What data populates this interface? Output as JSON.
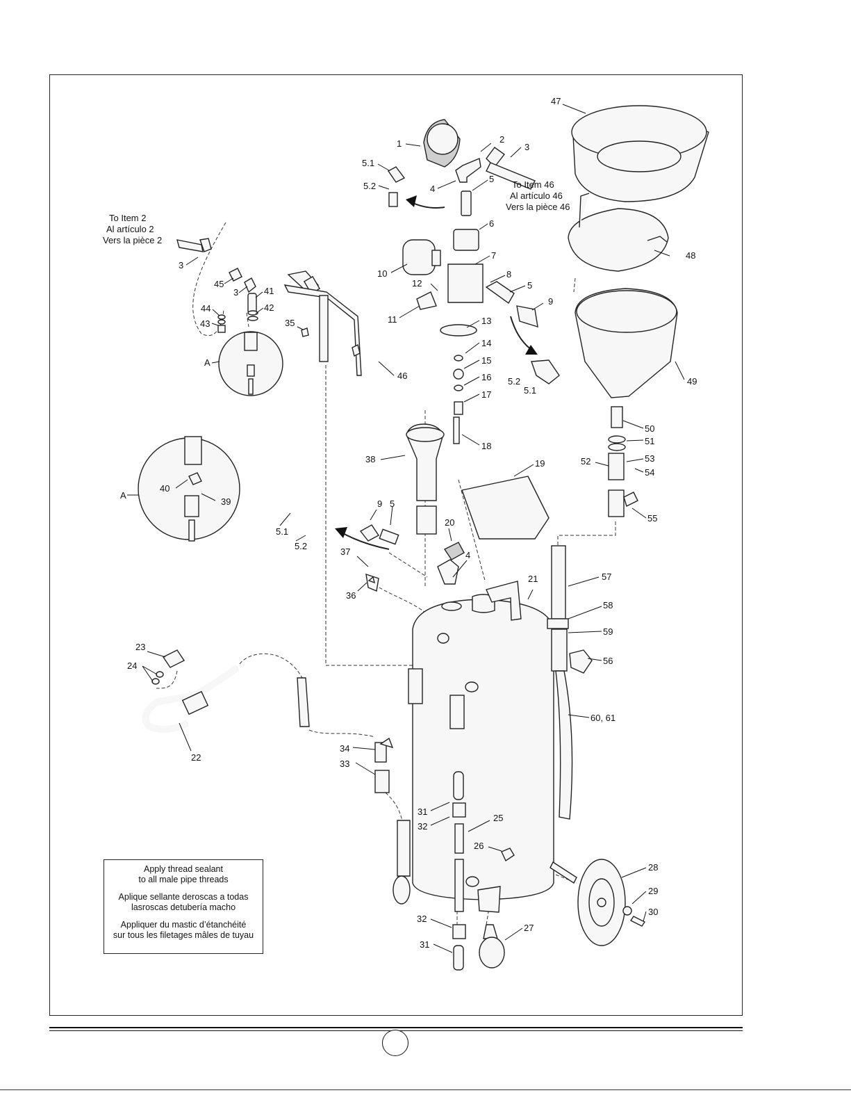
{
  "callouts": [
    {
      "id": "p47",
      "label": "47"
    },
    {
      "id": "p1",
      "label": "1"
    },
    {
      "id": "p2",
      "label": "2"
    },
    {
      "id": "p3a",
      "label": "3"
    },
    {
      "id": "p51a",
      "label": "5.1"
    },
    {
      "id": "p52a",
      "label": "5.2"
    },
    {
      "id": "p4a",
      "label": "4"
    },
    {
      "id": "p5a",
      "label": "5"
    },
    {
      "id": "p6",
      "label": "6"
    },
    {
      "id": "p48",
      "label": "48"
    },
    {
      "id": "p3b",
      "label": "3"
    },
    {
      "id": "p10",
      "label": "10"
    },
    {
      "id": "p7",
      "label": "7"
    },
    {
      "id": "p45",
      "label": "45"
    },
    {
      "id": "p3c",
      "label": "3"
    },
    {
      "id": "p41",
      "label": "41"
    },
    {
      "id": "p12",
      "label": "12"
    },
    {
      "id": "p8",
      "label": "8"
    },
    {
      "id": "p5b",
      "label": "5"
    },
    {
      "id": "p9a",
      "label": "9"
    },
    {
      "id": "p44",
      "label": "44"
    },
    {
      "id": "p42",
      "label": "42"
    },
    {
      "id": "p43",
      "label": "43"
    },
    {
      "id": "p35",
      "label": "35"
    },
    {
      "id": "p11",
      "label": "11"
    },
    {
      "id": "p13",
      "label": "13"
    },
    {
      "id": "p14",
      "label": "14"
    },
    {
      "id": "p15",
      "label": "15"
    },
    {
      "id": "p16",
      "label": "16"
    },
    {
      "id": "p17",
      "label": "17"
    },
    {
      "id": "p46",
      "label": "46"
    },
    {
      "id": "p49",
      "label": "49"
    },
    {
      "id": "pA1",
      "label": "A"
    },
    {
      "id": "p52b",
      "label": "5.2"
    },
    {
      "id": "p51b",
      "label": "5.1"
    },
    {
      "id": "p18",
      "label": "18"
    },
    {
      "id": "p50",
      "label": "50"
    },
    {
      "id": "p51",
      "label": "51"
    },
    {
      "id": "p38",
      "label": "38"
    },
    {
      "id": "p19",
      "label": "19"
    },
    {
      "id": "p52",
      "label": "52"
    },
    {
      "id": "p53",
      "label": "53"
    },
    {
      "id": "p54",
      "label": "54"
    },
    {
      "id": "p40",
      "label": "40"
    },
    {
      "id": "p39",
      "label": "39"
    },
    {
      "id": "pA2",
      "label": "A"
    },
    {
      "id": "p9b",
      "label": "9"
    },
    {
      "id": "p5c",
      "label": "5"
    },
    {
      "id": "p55",
      "label": "55"
    },
    {
      "id": "p20",
      "label": "20"
    },
    {
      "id": "p51c",
      "label": "5.1"
    },
    {
      "id": "p52c",
      "label": "5.2"
    },
    {
      "id": "p37",
      "label": "37"
    },
    {
      "id": "p4b",
      "label": "4"
    },
    {
      "id": "p57",
      "label": "57"
    },
    {
      "id": "p21",
      "label": "21"
    },
    {
      "id": "p36",
      "label": "36"
    },
    {
      "id": "p58",
      "label": "58"
    },
    {
      "id": "p59",
      "label": "59"
    },
    {
      "id": "p23",
      "label": "23"
    },
    {
      "id": "p56",
      "label": "56"
    },
    {
      "id": "p24",
      "label": "24"
    },
    {
      "id": "p6061",
      "label": "60, 61"
    },
    {
      "id": "p22",
      "label": "22"
    },
    {
      "id": "p34",
      "label": "34"
    },
    {
      "id": "p33",
      "label": "33"
    },
    {
      "id": "p31a",
      "label": "31"
    },
    {
      "id": "p25",
      "label": "25"
    },
    {
      "id": "p32a",
      "label": "32"
    },
    {
      "id": "p26",
      "label": "26"
    },
    {
      "id": "p28",
      "label": "28"
    },
    {
      "id": "p29",
      "label": "29"
    },
    {
      "id": "p30",
      "label": "30"
    },
    {
      "id": "p32b",
      "label": "32"
    },
    {
      "id": "p27",
      "label": "27"
    },
    {
      "id": "p31b",
      "label": "31"
    }
  ],
  "references": {
    "to_item_46": [
      "To Item 46",
      "Al artículo 46",
      "Vers la pièce 46"
    ],
    "to_item_2": [
      "To Item 2",
      "Al artículo 2",
      "Vers la pièce 2"
    ]
  },
  "note": {
    "en": [
      "Apply thread sealant",
      "to all male pipe threads"
    ],
    "es": [
      "Aplique sellante deroscas a todas",
      "lasroscas detubería macho"
    ],
    "fr": [
      "Appliquer du mastic d’étanchéité",
      "sur tous les filetages mâles de tuyau"
    ]
  }
}
